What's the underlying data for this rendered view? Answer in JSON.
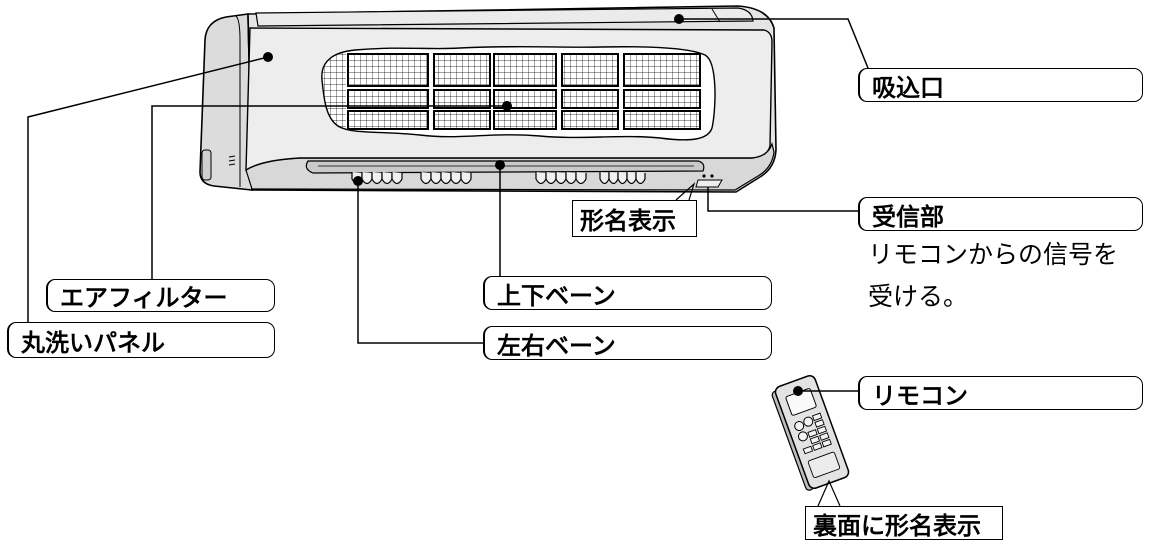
{
  "callouts": {
    "suction_inlet": {
      "label": "吸込口"
    },
    "receiver": {
      "label": "受信部",
      "note": [
        "リモコンからの信号を",
        "受ける。"
      ]
    },
    "model_name_display": {
      "label": "形名表示"
    },
    "air_filter": {
      "label": "エアフィルター"
    },
    "washable_panel": {
      "label": "丸洗いパネル"
    },
    "up_down_vane": {
      "label": "上下ベーン"
    },
    "left_right_vane": {
      "label": "左右ベーン"
    },
    "remote_control": {
      "label": "リモコン"
    },
    "back_model_name_display": {
      "label": "裏面に形名表示"
    }
  }
}
